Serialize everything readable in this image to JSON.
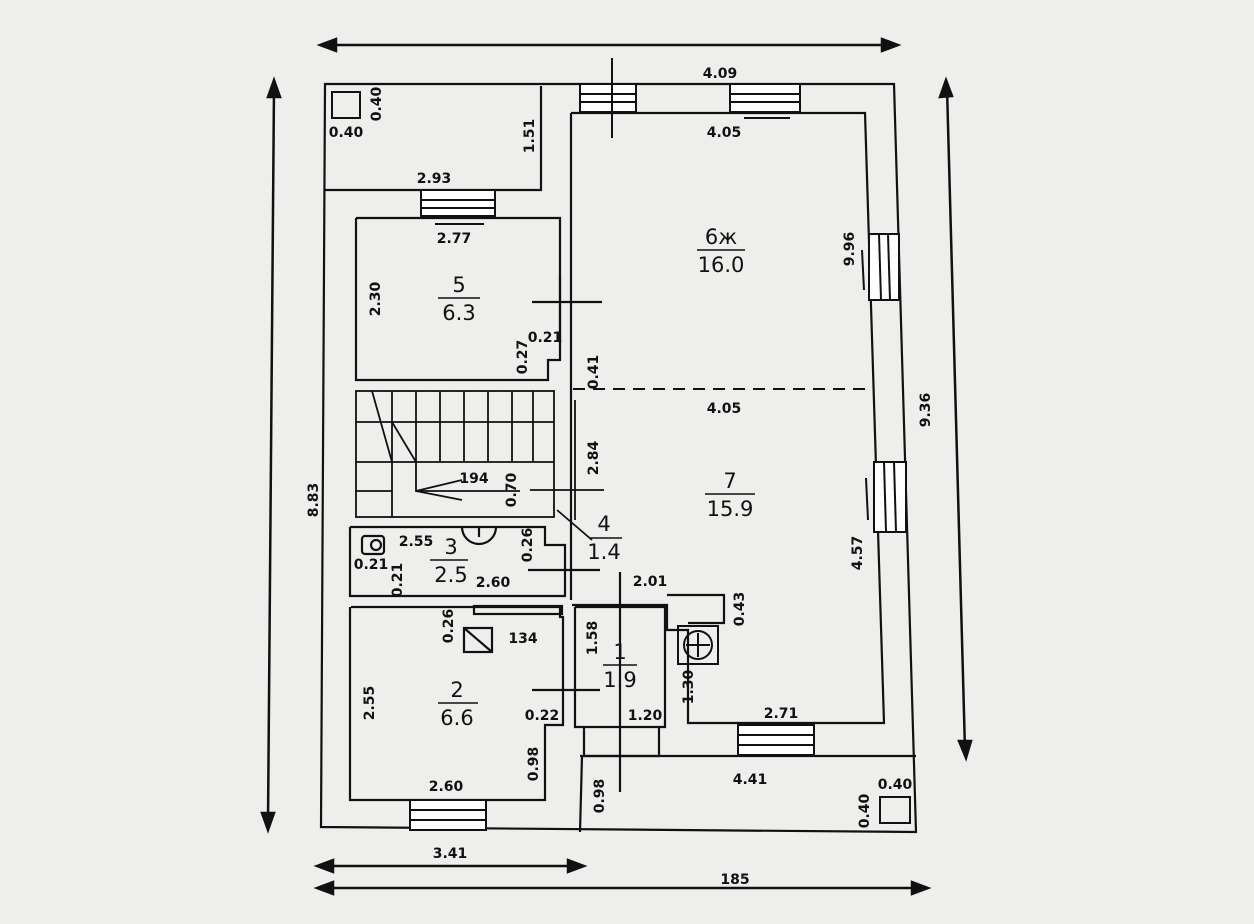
{
  "overall": {
    "top_width": "4.09",
    "bottom_left_width": "3.41",
    "bottom_total_width": "185",
    "left_height": "8.83",
    "right_height": "9.36"
  },
  "rooms": [
    {
      "number": "1",
      "area": "1.9"
    },
    {
      "number": "2",
      "area": "6.6"
    },
    {
      "number": "3",
      "area": "2.5"
    },
    {
      "number": "4",
      "area": "1.4"
    },
    {
      "number": "5",
      "area": "6.3"
    },
    {
      "number": "6ж",
      "area": "16.0"
    },
    {
      "number": "7",
      "area": "15.9"
    }
  ],
  "dimensions": {
    "tl_box_w": "0.40",
    "tl_box_h": "0.40",
    "top_room_h": "1.51",
    "top_room_w": "2.93",
    "r5_top_w": "2.77",
    "r5_h": "2.30",
    "r5_wall_a": "0.21",
    "r5_wall_b": "0.27",
    "r6_top_w": "4.05",
    "r6_h": "9.96",
    "r6_left_gap": "0.41",
    "mid_w": "4.05",
    "stair_w": "194",
    "stair_h": "2.84",
    "stair_gap": "0.70",
    "r3_w": "2.55",
    "r3_gap": "0.26",
    "r3_wall_a": "0.21",
    "r3_wall_b": "0.21",
    "r3_bottom_w": "2.60",
    "r7_h": "4.57",
    "hall_w": "2.01",
    "stove_gap": "0.43",
    "r2_gap": "0.26",
    "r2_w_top": "134",
    "r2_h": "2.55",
    "r2_wall": "0.22",
    "r2_bottom_gap": "0.98",
    "r2_bottom_w": "2.60",
    "r1_h": "1.58",
    "r1_w": "1.20",
    "stove_h": "1.30",
    "r7_bottom_w": "2.71",
    "porch_w": "4.41",
    "porch_h": "0.98",
    "br_box_w": "0.40",
    "br_box_h": "0.40"
  }
}
